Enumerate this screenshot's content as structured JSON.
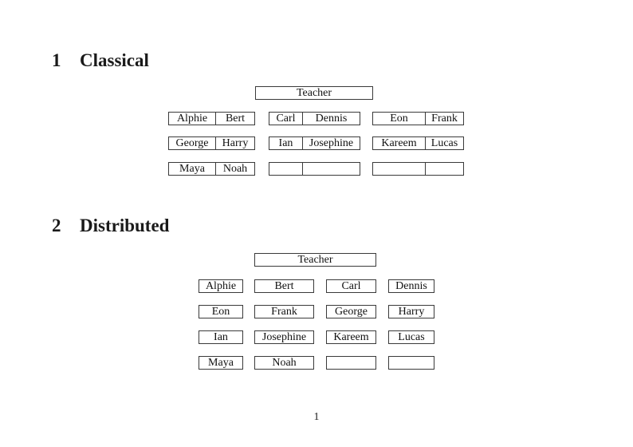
{
  "page_number": "1",
  "sections": [
    {
      "number": "1",
      "title": "Classical",
      "teacher_label": "Teacher",
      "rows": [
        [
          [
            "Alphie",
            "Bert"
          ],
          [
            "Carl",
            "Dennis"
          ],
          [
            "Eon",
            "Frank"
          ]
        ],
        [
          [
            "George",
            "Harry"
          ],
          [
            "Ian",
            "Josephine"
          ],
          [
            "Kareem",
            "Lucas"
          ]
        ],
        [
          [
            "Maya",
            "Noah"
          ],
          [
            "",
            ""
          ],
          [
            "",
            ""
          ]
        ]
      ]
    },
    {
      "number": "2",
      "title": "Distributed",
      "teacher_label": "Teacher",
      "rows": [
        [
          "Alphie",
          "Bert",
          "Carl",
          "Dennis"
        ],
        [
          "Eon",
          "Frank",
          "George",
          "Harry"
        ],
        [
          "Ian",
          "Josephine",
          "Kareem",
          "Lucas"
        ],
        [
          "Maya",
          "Noah",
          "",
          ""
        ]
      ]
    }
  ]
}
